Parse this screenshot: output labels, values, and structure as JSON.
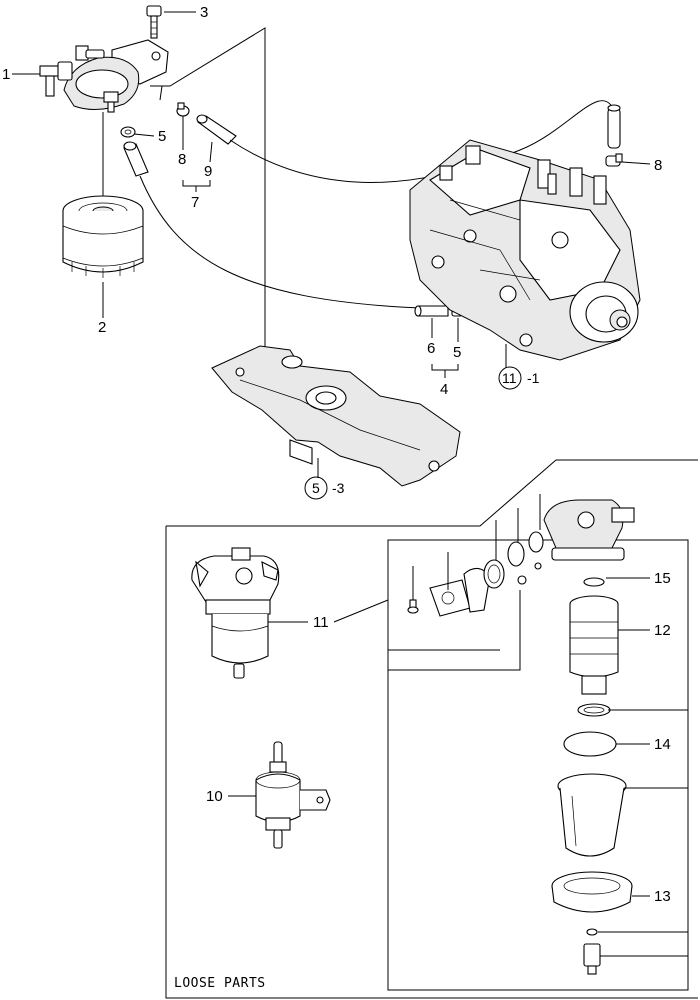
{
  "callouts": {
    "c1": "1",
    "c2": "2",
    "c3": "3",
    "c4": "4",
    "c5a": "5",
    "c5b": "5",
    "c5_pump_ref": "5",
    "c5_pump_suffix": "-3",
    "c6": "6",
    "c7": "7",
    "c8a": "8",
    "c8b": "8",
    "c9": "9",
    "c10": "10",
    "c11_ref": "11",
    "c11_suffix": "-1",
    "c11_loose": "11",
    "c12": "12",
    "c13": "13",
    "c14": "14",
    "c15": "15"
  },
  "loose_parts_caption": "LOOSE PARTS"
}
